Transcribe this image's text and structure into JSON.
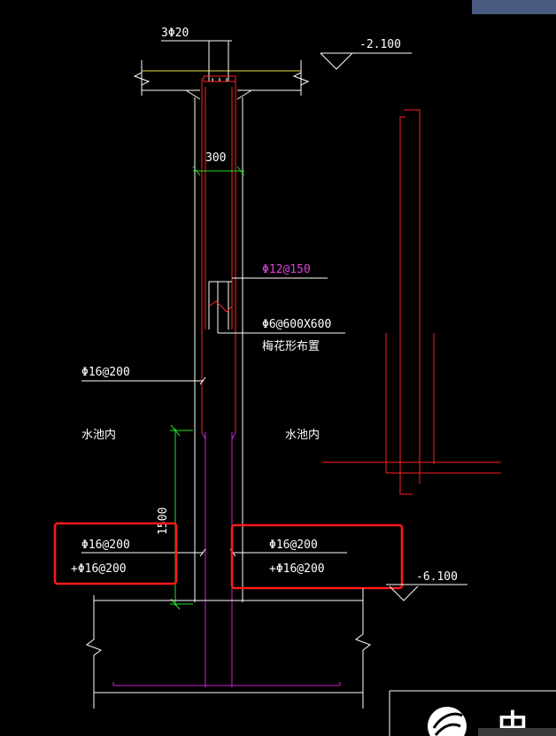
{
  "labels": {
    "top_rebar": "3Φ20",
    "elev_top": "-2.100",
    "wall_thickness": "300",
    "horiz_bar": "Φ12@150",
    "tie_bar": "Φ6@600X600",
    "tie_note": "梅花形布置",
    "vert_bar": "Φ16@200",
    "pool_inside_left": "水池内",
    "pool_inside_right": "水池内",
    "height_dim": "1500",
    "left_box_line1": "Φ16@200",
    "left_box_line2": "+Φ16@200",
    "right_box_line1": "Φ16@200",
    "right_box_line2": "+Φ16@200",
    "elev_bottom": "-6.100",
    "logo_text": "中"
  },
  "colors": {
    "background": "#000000",
    "line": "#ffffff",
    "rebar": "#ff2020",
    "dowel": "#d020d0",
    "dimension": "#20e020",
    "grade": "#e0e040",
    "highlight": "#ff1a1a",
    "corner_tab": "#4a5a80"
  }
}
